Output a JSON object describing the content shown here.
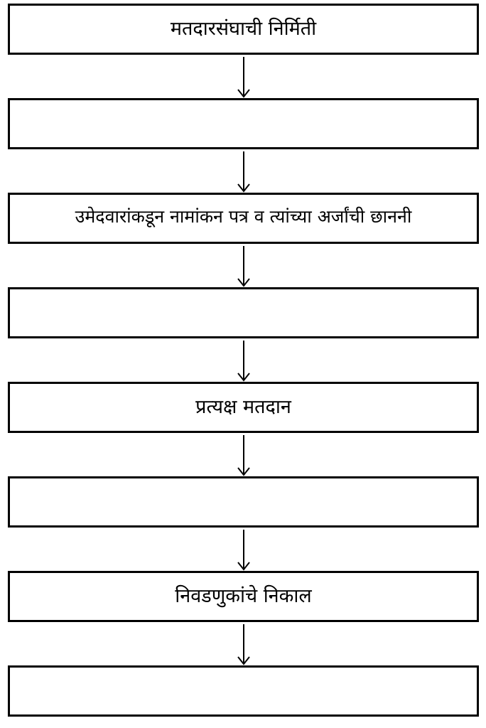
{
  "flowchart": {
    "steps": [
      {
        "label": "मतदारसंघाची निर्मिती"
      },
      {
        "label": ""
      },
      {
        "label": "उमेदवारांकडून नामांकन पत्र व त्यांच्या अर्जांची छाननी"
      },
      {
        "label": ""
      },
      {
        "label": "प्रत्यक्ष मतदान"
      },
      {
        "label": ""
      },
      {
        "label": "निवडणुकांचे निकाल"
      },
      {
        "label": ""
      }
    ]
  }
}
